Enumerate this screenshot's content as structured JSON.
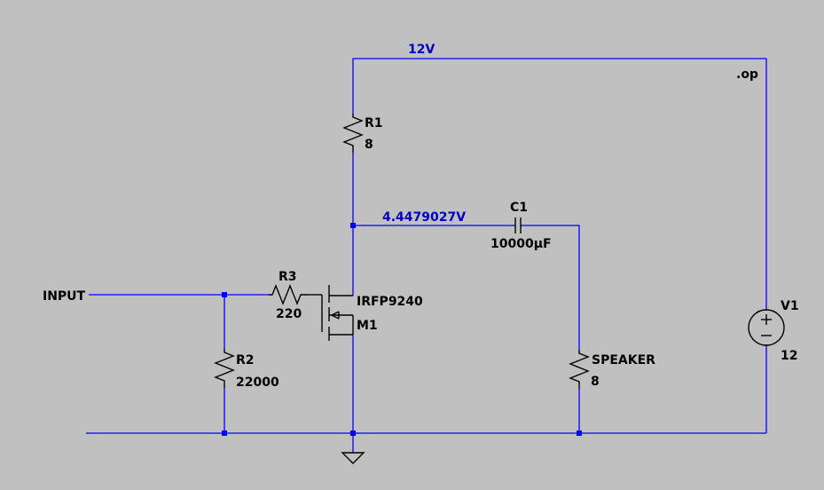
{
  "colors": {
    "background": "#c0c0c0",
    "wire": "#0000ff",
    "component": "#000000",
    "net_label": "#0000c8"
  },
  "directive": ".op",
  "nets": {
    "supply_label": "12V",
    "drain_voltage_label": "4.4479027V",
    "input_label": "INPUT"
  },
  "components": {
    "r1": {
      "name": "R1",
      "value": "8"
    },
    "r2": {
      "name": "R2",
      "value": "22000"
    },
    "r3": {
      "name": "R3",
      "value": "220"
    },
    "c1": {
      "name": "C1",
      "value": "10000µF"
    },
    "m1": {
      "name": "M1",
      "model": "IRFP9240"
    },
    "speaker": {
      "name": "SPEAKER",
      "value": "8"
    },
    "v1": {
      "name": "V1",
      "value": "12"
    }
  },
  "icons": [
    "ground-icon",
    "resistor-icon",
    "capacitor-icon",
    "pmos-icon",
    "voltage-source-icon"
  ]
}
